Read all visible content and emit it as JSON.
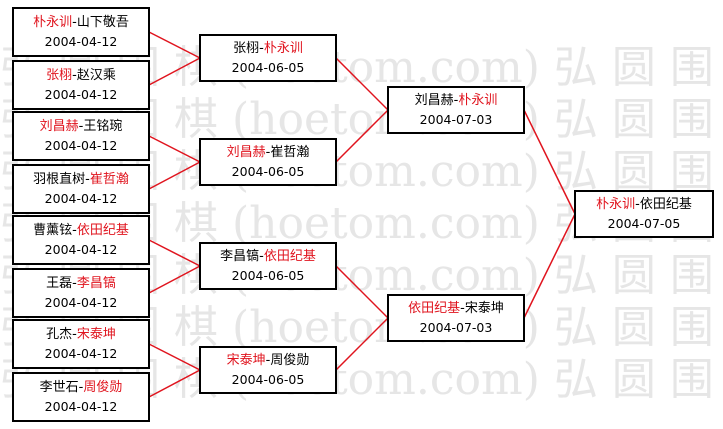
{
  "watermark": "弘 圆 围 棋 (hoetom.com) 弘 圆 围 棋 (hoetom.com) 弘 圆 围 棋",
  "colors": {
    "winner": "#e0141e",
    "line": "#e0141e",
    "border": "#000000"
  },
  "rounds": [
    {
      "matches": [
        {
          "p1": "朴永训",
          "sep": "-",
          "p2": "山下敬吾",
          "date": "2004-04-12",
          "winner": 1
        },
        {
          "p1": "张栩",
          "sep": "-",
          "p2": "赵汉乘",
          "date": "2004-04-12",
          "winner": 1
        },
        {
          "p1": "刘昌赫",
          "sep": "-",
          "p2": "王铭琬",
          "date": "2004-04-12",
          "winner": 1
        },
        {
          "p1": "羽根直树",
          "sep": "-",
          "p2": "崔哲瀚",
          "date": "2004-04-12",
          "winner": 2
        },
        {
          "p1": "曹薰铉",
          "sep": "-",
          "p2": "依田纪基",
          "date": "2004-04-12",
          "winner": 2
        },
        {
          "p1": "王磊",
          "sep": "-",
          "p2": "李昌镐",
          "date": "2004-04-12",
          "winner": 2
        },
        {
          "p1": "孔杰",
          "sep": "-",
          "p2": "宋泰坤",
          "date": "2004-04-12",
          "winner": 2
        },
        {
          "p1": "李世石",
          "sep": "-",
          "p2": "周俊勋",
          "date": "2004-04-12",
          "winner": 2
        }
      ]
    },
    {
      "matches": [
        {
          "p1": "张栩",
          "sep": "-",
          "p2": "朴永训",
          "date": "2004-06-05",
          "winner": 2
        },
        {
          "p1": "刘昌赫",
          "sep": "-",
          "p2": "崔哲瀚",
          "date": "2004-06-05",
          "winner": 1
        },
        {
          "p1": "李昌镐",
          "sep": "-",
          "p2": "依田纪基",
          "date": "2004-06-05",
          "winner": 2
        },
        {
          "p1": "宋泰坤",
          "sep": "-",
          "p2": "周俊勋",
          "date": "2004-06-05",
          "winner": 1
        }
      ]
    },
    {
      "matches": [
        {
          "p1": "刘昌赫",
          "sep": "-",
          "p2": "朴永训",
          "date": "2004-07-03",
          "winner": 2
        },
        {
          "p1": "依田纪基",
          "sep": "-",
          "p2": "宋泰坤",
          "date": "2004-07-03",
          "winner": 1
        }
      ]
    },
    {
      "matches": [
        {
          "p1": "朴永训",
          "sep": "-",
          "p2": "依田纪基",
          "date": "2004-07-05",
          "winner": 1
        }
      ]
    }
  ]
}
